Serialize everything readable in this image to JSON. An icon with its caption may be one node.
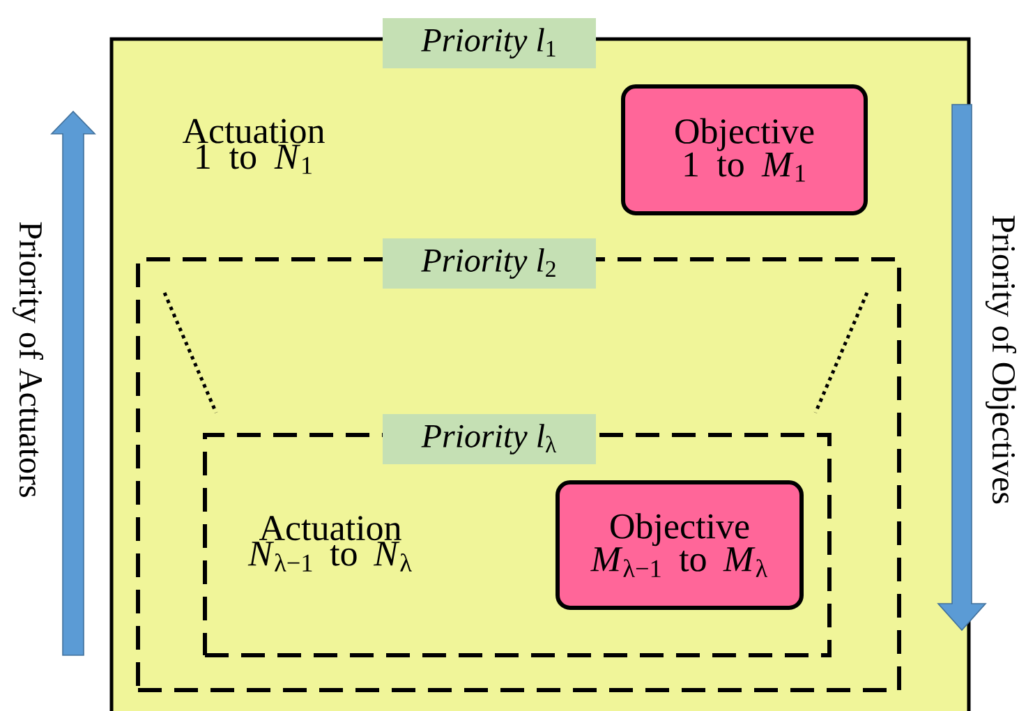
{
  "diagram": {
    "nodes": [
      {
        "text": [
          "*Priority l*$_{1}$",
          "Actuation 1 to *N*$_{1}$"
        ]
      },
      {
        "text": [
          "Objective 1 to *M*$_{1}$"
        ],
        "in": 0
      },
      {
        "text": [
          "*Priority l*$_{2}$"
        ],
        "in": 0
      },
      {
        "text": [
          "*Priority l*$_{λ}$",
          "Actuation *N*$_{λ−1}$ to *N*$_{λ}$"
        ],
        "in": 2
      },
      {
        "text": [
          "Objective *M*$_{λ−1}$ to *M*$_{λ}$"
        ],
        "in": 3
      }
    ],
    "labels": [
      "Priority of Actuators",
      "Priority of Objectives"
    ]
  }
}
